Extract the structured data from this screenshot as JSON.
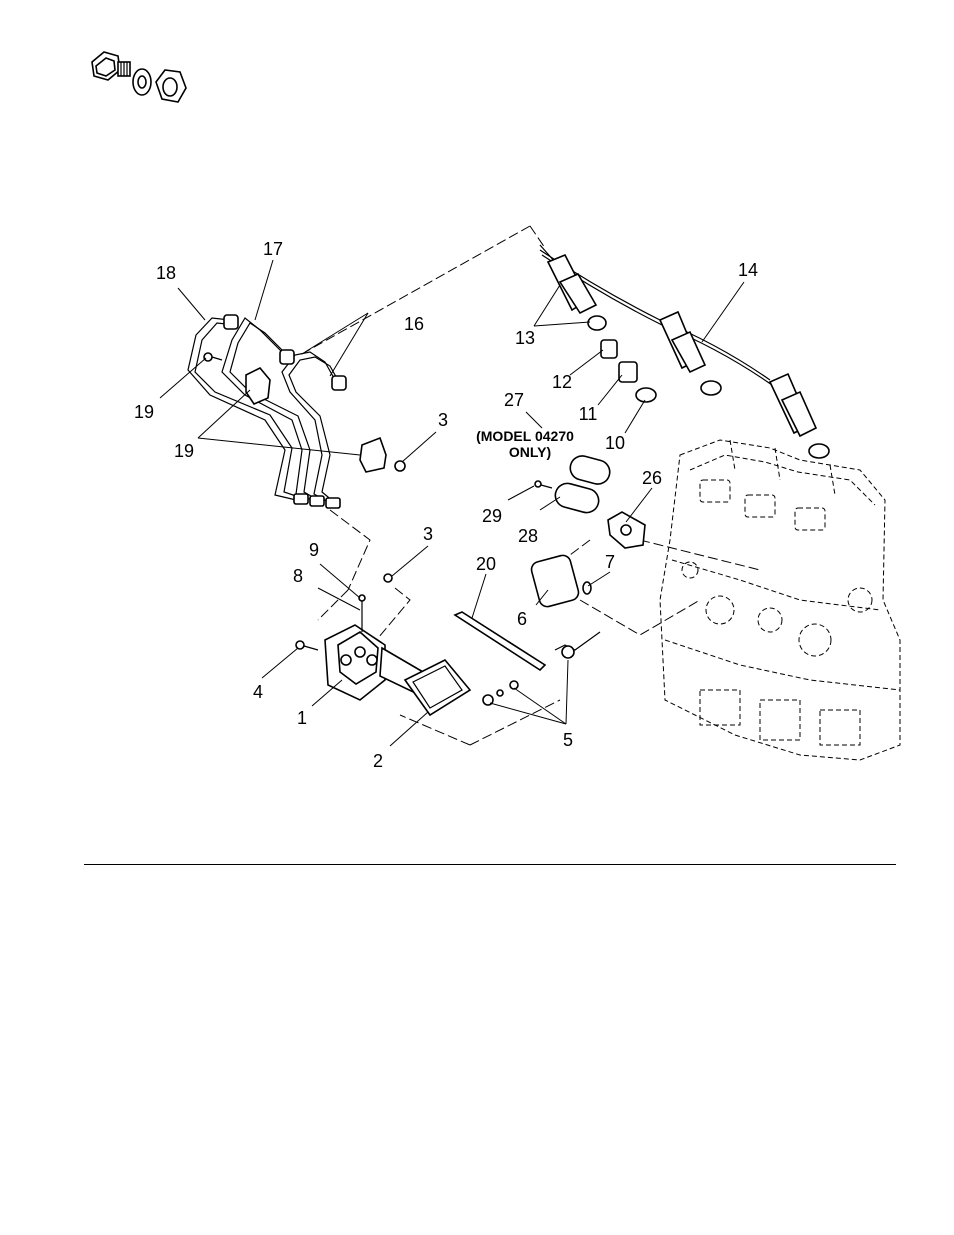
{
  "callouts": [
    {
      "id": "c1",
      "text": "1"
    },
    {
      "id": "c2",
      "text": "2"
    },
    {
      "id": "c3a",
      "text": "3"
    },
    {
      "id": "c3b",
      "text": "3"
    },
    {
      "id": "c4",
      "text": "4"
    },
    {
      "id": "c5",
      "text": "5"
    },
    {
      "id": "c6",
      "text": "6"
    },
    {
      "id": "c7",
      "text": "7"
    },
    {
      "id": "c8",
      "text": "8"
    },
    {
      "id": "c9",
      "text": "9"
    },
    {
      "id": "c10",
      "text": "10"
    },
    {
      "id": "c11",
      "text": "11"
    },
    {
      "id": "c12",
      "text": "12"
    },
    {
      "id": "c13",
      "text": "13"
    },
    {
      "id": "c14",
      "text": "14"
    },
    {
      "id": "c16",
      "text": "16"
    },
    {
      "id": "c17",
      "text": "17"
    },
    {
      "id": "c18",
      "text": "18"
    },
    {
      "id": "c19a",
      "text": "19"
    },
    {
      "id": "c19b",
      "text": "19"
    },
    {
      "id": "c20",
      "text": "20"
    },
    {
      "id": "c26",
      "text": "26"
    },
    {
      "id": "c27",
      "text": "27"
    },
    {
      "id": "c28",
      "text": "28"
    },
    {
      "id": "c29",
      "text": "29"
    }
  ],
  "note": {
    "line1": "(MODEL 04270",
    "line2": "ONLY)"
  }
}
